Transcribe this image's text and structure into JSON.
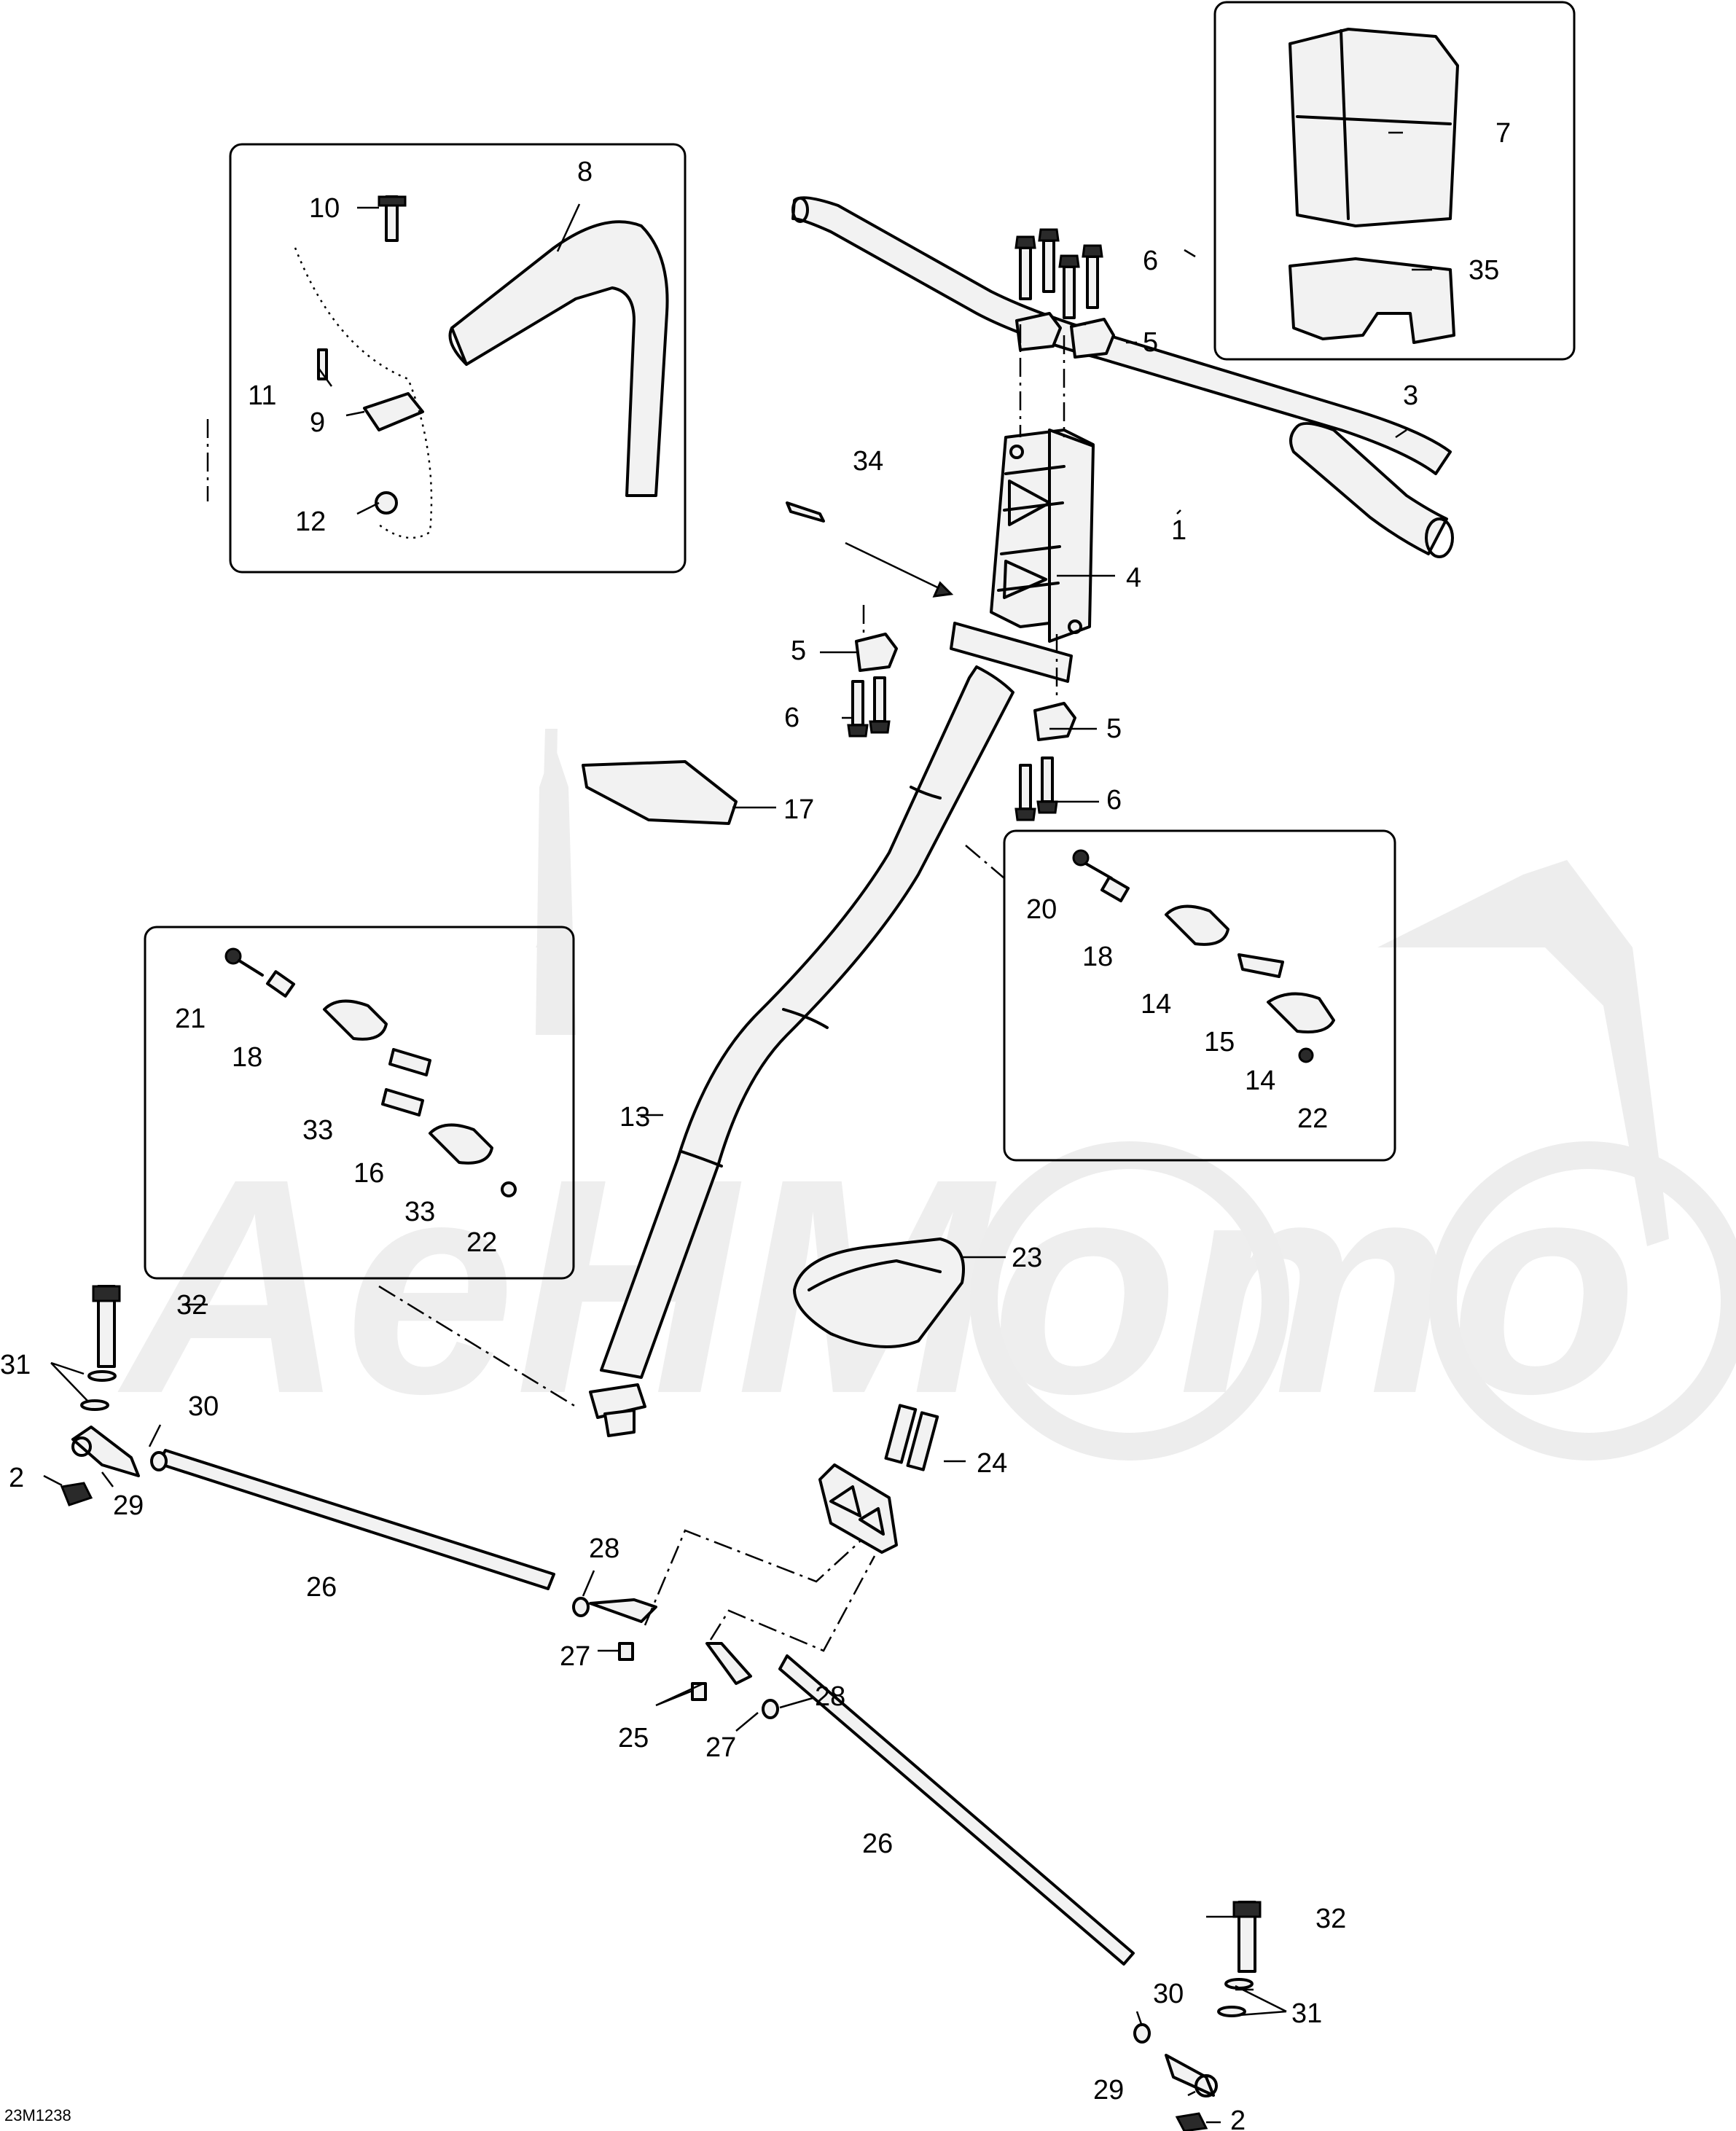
{
  "diagram_code": "23M1238",
  "callouts": {
    "c1": "1",
    "c2a": "2",
    "c2b": "2",
    "c3": "3",
    "c4": "4",
    "c5a": "5",
    "c5b": "5",
    "c5c": "5",
    "c6a": "6",
    "c6b": "6",
    "c6c": "6",
    "c7": "7",
    "c8": "8",
    "c9": "9",
    "c10": "10",
    "c11": "11",
    "c12": "12",
    "c13": "13",
    "c14a": "14",
    "c14b": "14",
    "c15": "15",
    "c16": "16",
    "c17": "17",
    "c18a": "18",
    "c18b": "18",
    "c20": "20",
    "c21": "21",
    "c22a": "22",
    "c22b": "22",
    "c23": "23",
    "c24": "24",
    "c25": "25",
    "c26a": "26",
    "c26b": "26",
    "c27a": "27",
    "c27b": "27",
    "c28a": "28",
    "c28b": "28",
    "c29a": "29",
    "c29b": "29",
    "c30a": "30",
    "c30b": "30",
    "c31a": "31",
    "c31b": "31",
    "c32a": "32",
    "c32b": "32",
    "c33a": "33",
    "c33b": "33",
    "c34": "34",
    "c35": "35"
  }
}
